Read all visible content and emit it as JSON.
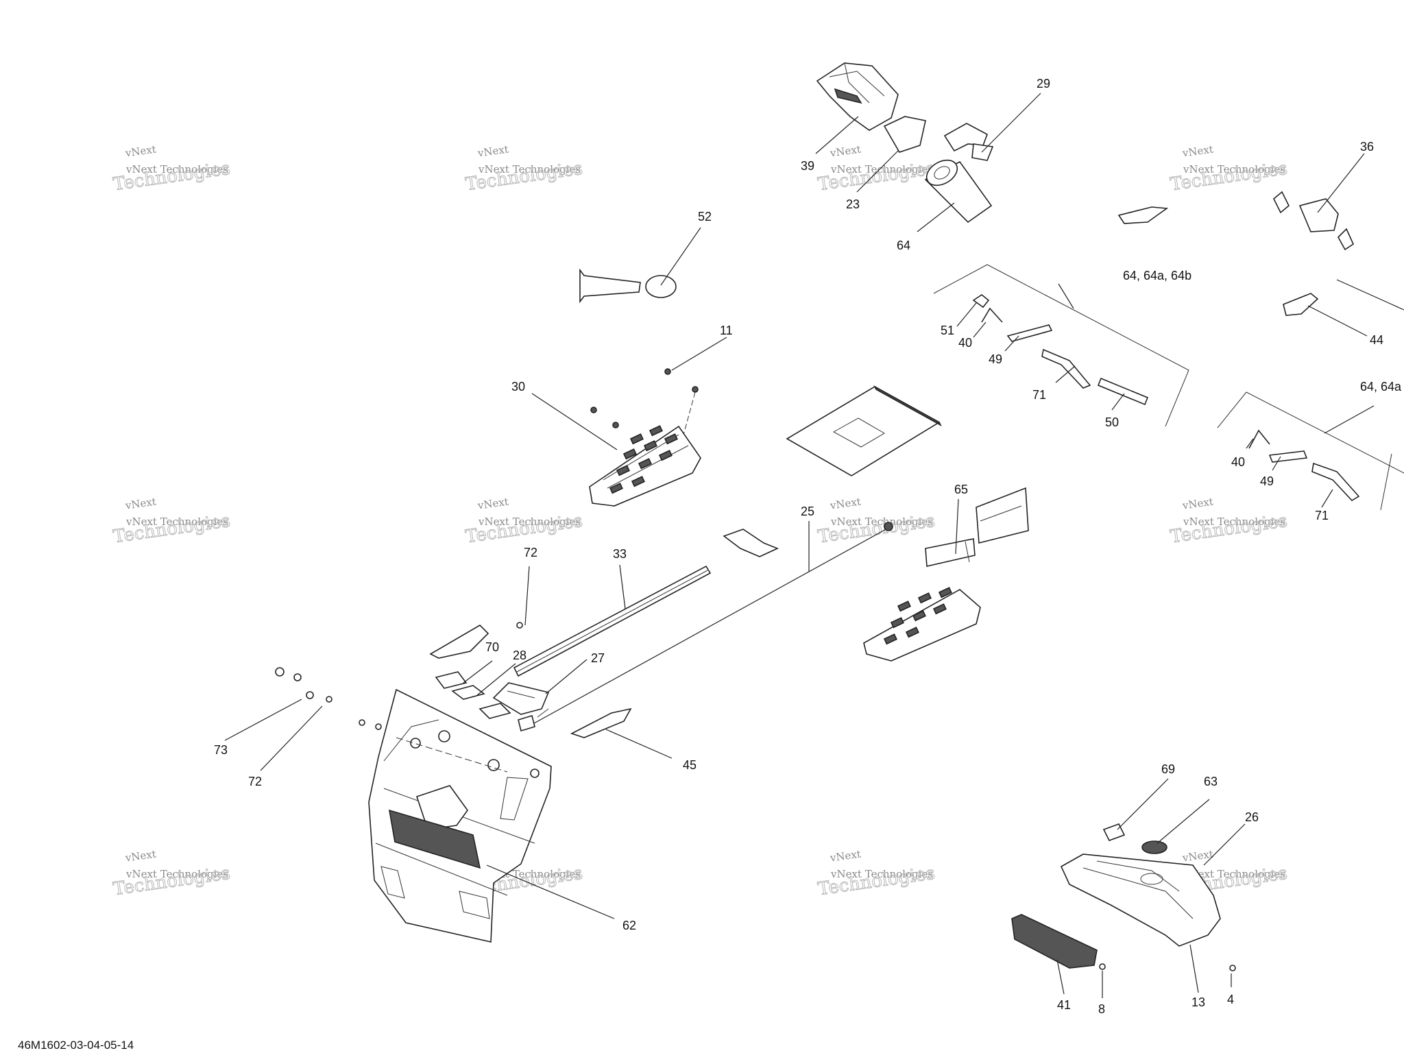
{
  "footer_code": "46M1602-03-04-05-14",
  "watermark": {
    "line1": "vNext Technologies",
    "line2": "Technologies",
    "line3": "vNext"
  },
  "callouts": {
    "c29": "29",
    "c39": "39",
    "c23": "23",
    "c64a": "64",
    "c36": "36",
    "c52": "52",
    "c64group": "64, 64a, 64b",
    "c51": "51",
    "c40a": "40",
    "c49a": "49",
    "c71a": "71",
    "c50": "50",
    "c44": "44",
    "c64group2": "64, 64a",
    "c40b": "40",
    "c49b": "49",
    "c71b": "71",
    "c11": "11",
    "c30": "30",
    "c65": "65",
    "c25": "25",
    "c72a": "72",
    "c33": "33",
    "c70": "70",
    "c28": "28",
    "c27": "27",
    "c73": "73",
    "c72b": "72",
    "c45": "45",
    "c62": "62",
    "c69": "69",
    "c63": "63",
    "c26": "26",
    "c41": "41",
    "c8": "8",
    "c13": "13",
    "c4": "4"
  }
}
